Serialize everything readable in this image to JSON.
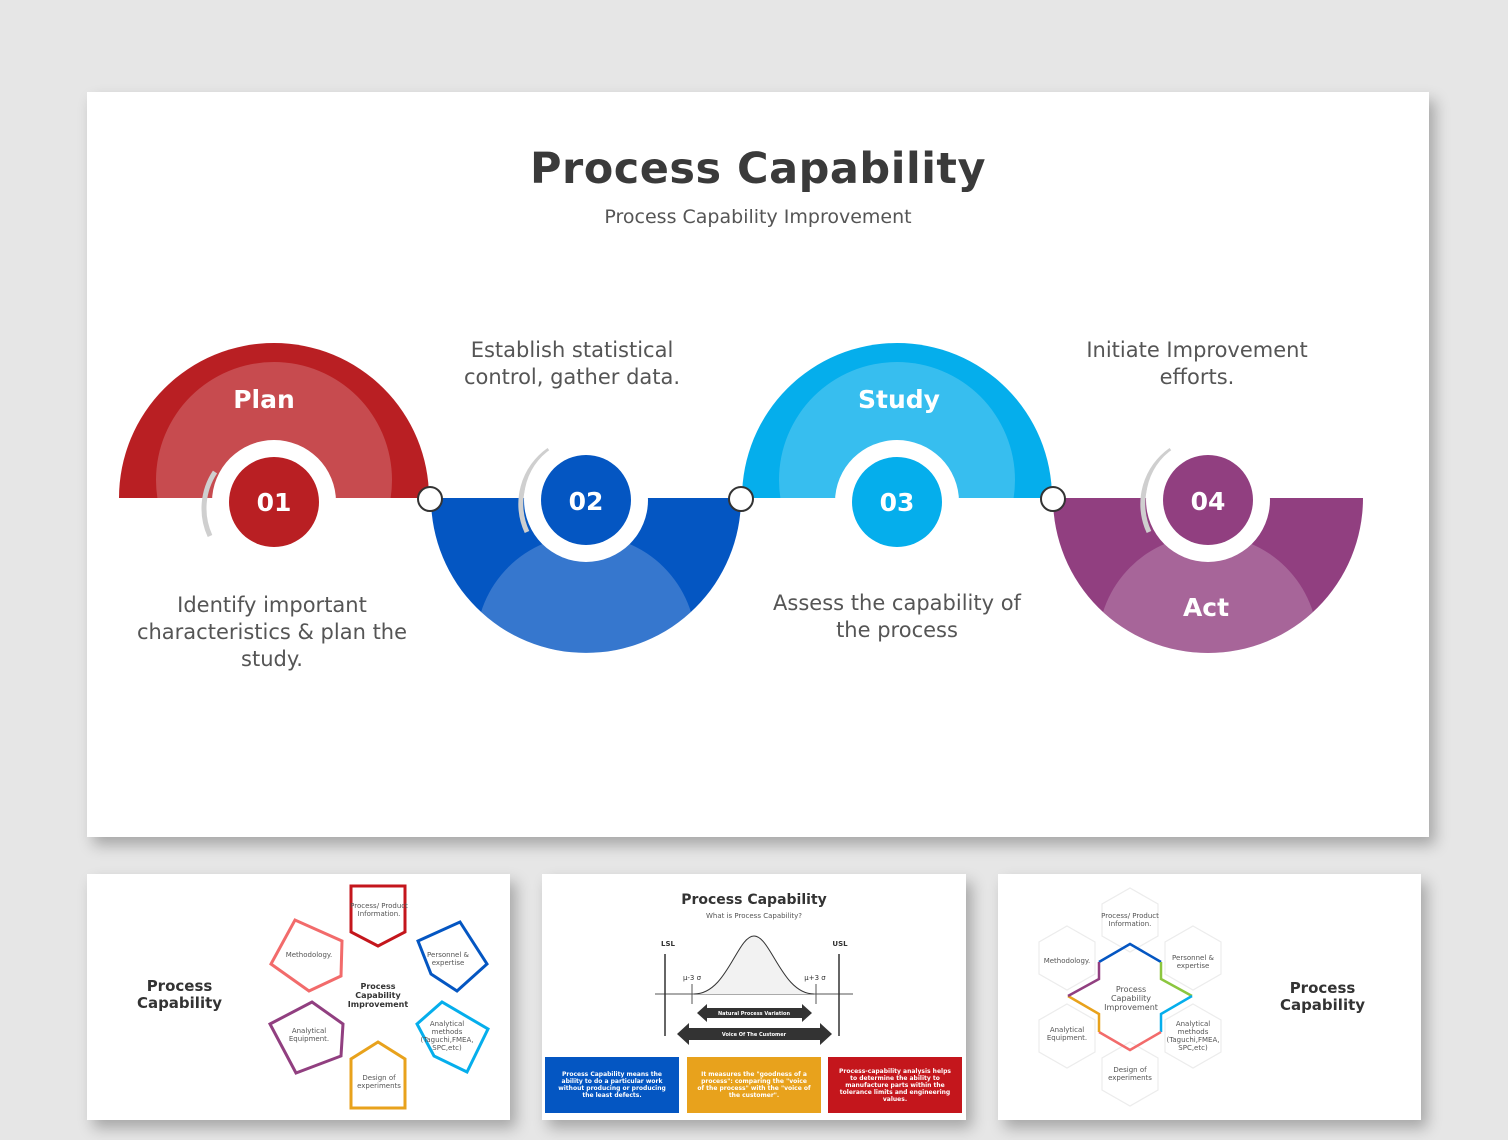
{
  "main": {
    "title": "Process Capability",
    "subtitle": "Process Capability Improvement",
    "steps": [
      {
        "label": "Plan",
        "number": "01",
        "description": "Identify important characteristics & plan the study.",
        "color": "#b91f23"
      },
      {
        "label": "",
        "number": "02",
        "description": "Establish statistical control, gather data.",
        "color": "#0456c2"
      },
      {
        "label": "Study",
        "number": "03",
        "description": "Assess the capability of the process",
        "color": "#05aeec"
      },
      {
        "label": "Act",
        "number": "04",
        "description": "Initiate Improvement efforts.",
        "color": "#913f80"
      }
    ]
  },
  "thumb1": {
    "title": "Process Capability",
    "center": "Process Capability Improvement",
    "items": [
      "Process/ Product Information.",
      "Personnel & expertise",
      "Analytical methods (Taguchi,FMEA, SPC,etc)",
      "Design of experiments",
      "Analytical Equipment.",
      "Methodology."
    ]
  },
  "thumb2": {
    "title": "Process Capability",
    "subtitle": "What is Process Capability?",
    "lsl": "LSL",
    "usl": "USL",
    "minus": "μ-3 σ",
    "plus": "μ+3 σ",
    "arrow1": "Natural Process Variation",
    "arrow2": "Voice Of The Customer",
    "boxes": [
      {
        "text": "Process Capability means the ability to do a particular work without producing or producing the least defects.",
        "color": "#0456c2"
      },
      {
        "text": "It measures the \"goodness of a process\": comparing the \"voice of the process\" with the \"voice of the customer\".",
        "color": "#e8a21c"
      },
      {
        "text": "Process-capability analysis helps to determine the ability to manufacture parts within the tolerance limits and engineering values.",
        "color": "#c4161c"
      }
    ]
  },
  "thumb3": {
    "title": "Process Capability",
    "center": "Process Capability Improvement",
    "items": [
      "Process/ Product Information.",
      "Personnel & expertise",
      "Analytical methods (Taguchi,FMEA, SPC,etc)",
      "Design of experiments",
      "Analytical Equipment.",
      "Methodology."
    ]
  }
}
